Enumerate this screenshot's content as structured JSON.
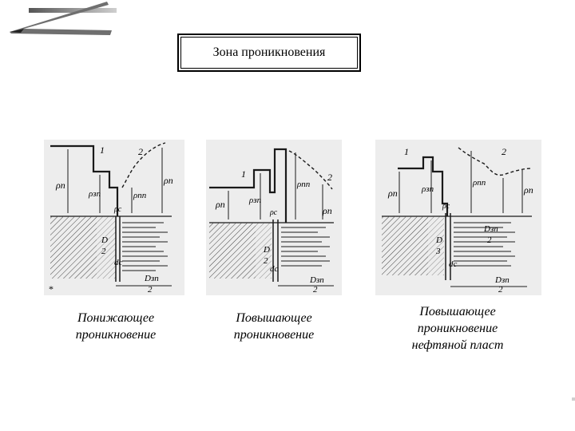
{
  "header": {
    "title": "Зона проникновения"
  },
  "panels": [
    {
      "labels": {
        "curve1": "1",
        "curve2": "2",
        "rho_n": "ρп",
        "rho_zp": "ρзп",
        "rho_pp": "ρпп",
        "rho_p": "ρп",
        "rho_c": "ρс",
        "D_num": "D",
        "D_den": "2",
        "d_c": "dc",
        "D_zp_num": "Dзп",
        "D_zp_den": "2",
        "star": "*"
      },
      "caption": [
        "Понижающее",
        "проникновение"
      ]
    },
    {
      "labels": {
        "curve1": "1",
        "curve2": "2",
        "rho_n": "ρп",
        "rho_zp": "ρзп",
        "rho_pp": "ρпп",
        "rho_p": "ρп",
        "rho_c": "ρс",
        "D_num": "D",
        "D_den": "2",
        "d_c": "dc",
        "D_zp_num": "Dзп",
        "D_zp_den": "2"
      },
      "caption": [
        "Повышающее",
        "проникновение"
      ]
    },
    {
      "labels": {
        "curve1": "1",
        "curve2": "2",
        "rho_n": "ρп",
        "rho_zp": "ρзп",
        "rho_pp": "ρпп",
        "rho_p": "ρп",
        "rho_c": "ρс",
        "D_num": "D",
        "D_den": "3",
        "D_zp_num": "Dзп",
        "D_zp_den": "2",
        "d_c": "dc",
        "D_zp2_num": "Dзп",
        "D_zp2_den": "2"
      },
      "caption": [
        "Повышающее",
        "проникновение",
        "нефтяной пласт"
      ]
    }
  ],
  "colors": {
    "title_border": "#000000",
    "panel_bg": "#ededed",
    "ink": "#1a1a1a"
  }
}
